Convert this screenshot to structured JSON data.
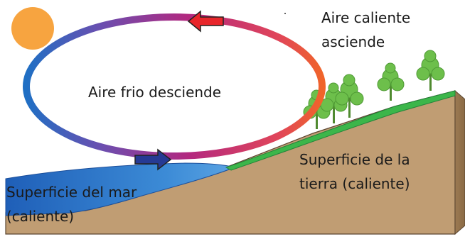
{
  "diagram": {
    "labels": {
      "cold_air": "Aire frio desciende",
      "warm_air_line1": "Aire caliente",
      "warm_air_line2": "asciende",
      "land_line1": "Superficie de la",
      "land_line2": "tierra (caliente)",
      "sea_line1": "Superficie del mar",
      "sea_line2": "(caliente)"
    },
    "colors": {
      "sun": "#f7a440",
      "loop_warm": "#f0642a",
      "loop_mid": "#b3287f",
      "loop_cool": "#1f6fc4",
      "arrow_top": "#e8262b",
      "arrow_bottom": "#263a94",
      "sea": "#2b74c9",
      "grass": "#3cb64a",
      "soil": "#c09d73",
      "tree": "#6dbf4b"
    },
    "icons": [
      "sun-icon",
      "tree-icon"
    ]
  }
}
